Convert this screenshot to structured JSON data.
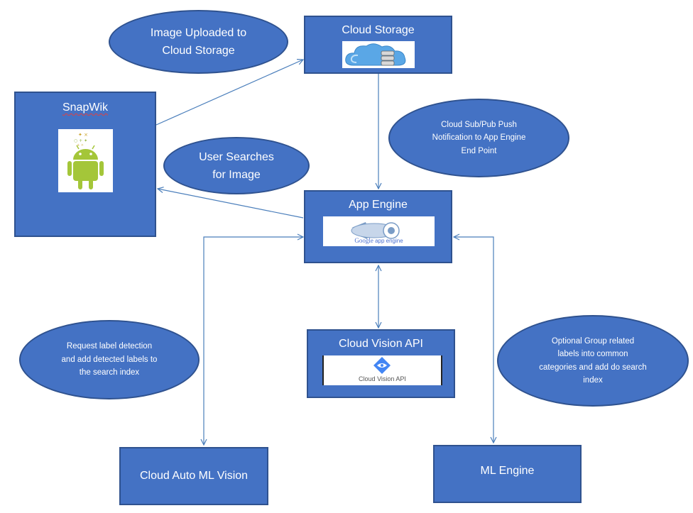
{
  "nodes": {
    "cloud_storage": {
      "label": "Cloud Storage"
    },
    "snapwik": {
      "label": "SnapWik"
    },
    "app_engine": {
      "label": "App Engine",
      "logo_text_brand": "Google",
      "logo_text_product": "app engine"
    },
    "cloud_vision_api": {
      "label": "Cloud Vision API",
      "logo_text": "Cloud Vision API"
    },
    "cloud_auto_ml_vision": {
      "label": "Cloud Auto ML Vision"
    },
    "ml_engine": {
      "label": "ML Engine"
    }
  },
  "notes": {
    "image_uploaded": [
      "Image Uploaded to",
      "Cloud Storage"
    ],
    "pubsub_push": [
      "Cloud Sub/Pub Push",
      "Notification to App Engine",
      "End Point"
    ],
    "user_searches": [
      "User Searches",
      "for Image"
    ],
    "request_label": [
      "Request label detection",
      "and add detected labels to",
      "the search index"
    ],
    "optional_group": [
      "Optional Group related",
      "labels into common",
      "categories and add do search",
      "index"
    ]
  },
  "colors": {
    "box_fill": "#4472c4",
    "box_border": "#2f528f",
    "arrow": "#4a7ebb",
    "android_green": "#a4c639"
  },
  "icons": {
    "cloud_storage": "cloud-storage-icon",
    "snapwik": "android-icon",
    "app_engine": "app-engine-logo-icon",
    "cloud_vision_api": "cloud-vision-logo-icon"
  }
}
